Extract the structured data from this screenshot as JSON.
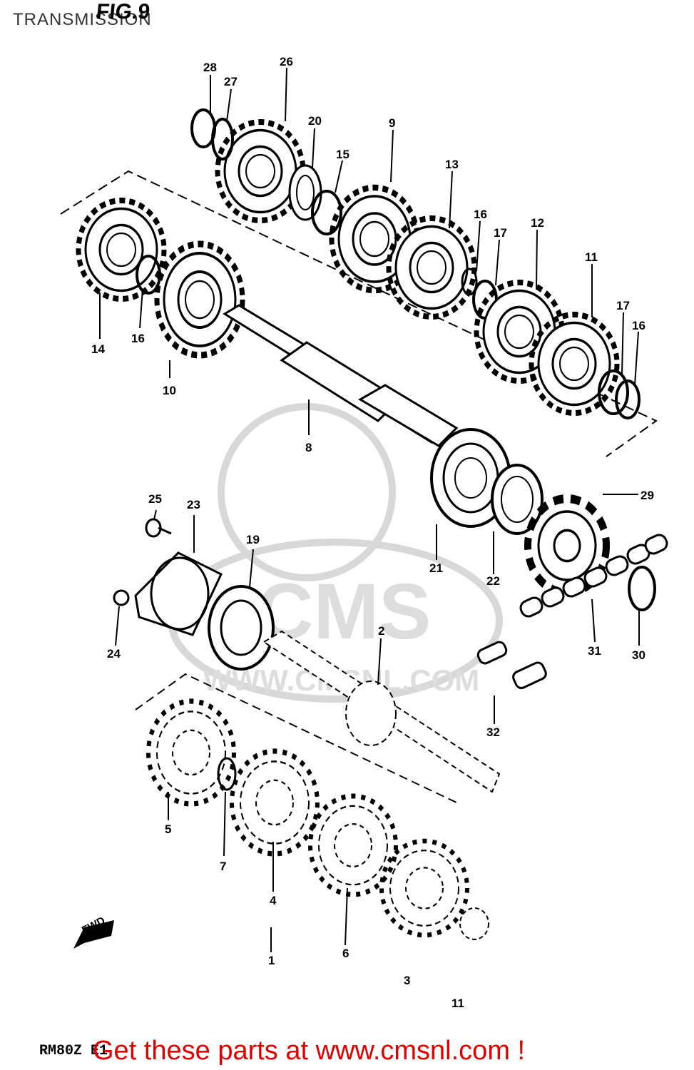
{
  "header": {
    "title": "TRANSMISSION",
    "figure": "FIG.9"
  },
  "footer": {
    "model_code": "RM80Z E1",
    "banner": "Get these parts at www.cmsnl.com !"
  },
  "watermark": {
    "brand": "CMS",
    "url": "WWW.CMSNL.COM"
  },
  "direction_mark": "FWD",
  "callouts": {
    "c28": "28",
    "c27": "27",
    "c26": "26",
    "c20": "20",
    "c15": "15",
    "c9": "9",
    "c13": "13",
    "c16a": "16",
    "c17a": "17",
    "c12": "12",
    "c11": "11",
    "c17b": "17",
    "c16b": "16",
    "c14": "14",
    "c16c": "16",
    "c10": "10",
    "c8": "8",
    "c21": "21",
    "c22": "22",
    "c29": "29",
    "c25": "25",
    "c23": "23",
    "c19": "19",
    "c24": "24",
    "c2": "2",
    "c31": "31",
    "c30": "30",
    "c32": "32",
    "c5": "5",
    "c7": "7",
    "c4": "4",
    "c1": "1",
    "c6": "6",
    "c3": "3",
    "c11b": "11"
  },
  "colors": {
    "ink": "#000000",
    "banner": "#e00000",
    "watermark": "#d8d8d8"
  }
}
